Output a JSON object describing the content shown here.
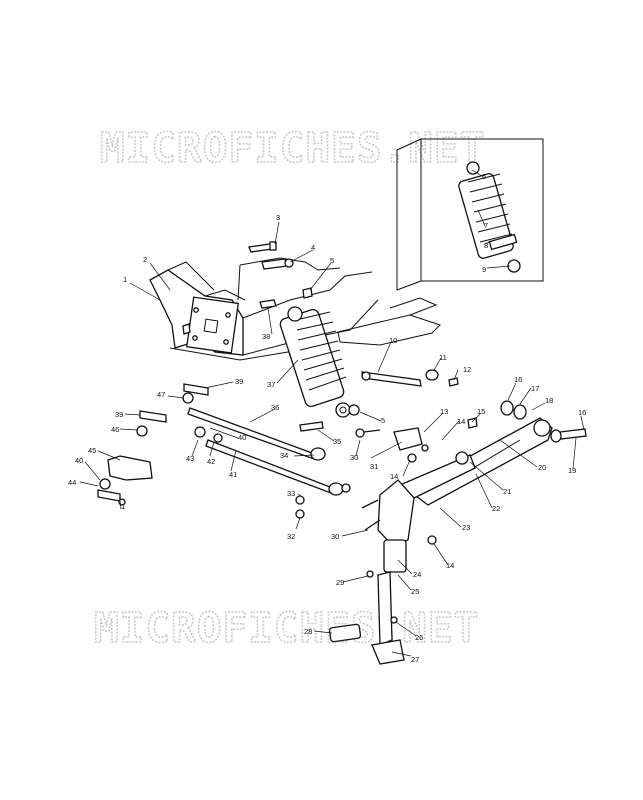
{
  "watermark": {
    "text_top": "MICROFICHES.NET",
    "text_bottom": "MICROFICHES.NET"
  },
  "callouts": [
    {
      "label": "1"
    },
    {
      "label": "2"
    },
    {
      "label": "3"
    },
    {
      "label": "4"
    },
    {
      "label": "5"
    },
    {
      "label": "38"
    },
    {
      "label": "37"
    },
    {
      "label": "10"
    },
    {
      "label": "11"
    },
    {
      "label": "12"
    },
    {
      "label": "6"
    },
    {
      "label": "7"
    },
    {
      "label": "8"
    },
    {
      "label": "9"
    },
    {
      "label": "16"
    },
    {
      "label": "17"
    },
    {
      "label": "18"
    },
    {
      "label": "16"
    },
    {
      "label": "19"
    },
    {
      "label": "20"
    },
    {
      "label": "15"
    },
    {
      "label": "13"
    },
    {
      "label": "14"
    },
    {
      "label": "14"
    },
    {
      "label": "21"
    },
    {
      "label": "22"
    },
    {
      "label": "23"
    },
    {
      "label": "14"
    },
    {
      "label": "24"
    },
    {
      "label": "25"
    },
    {
      "label": "26"
    },
    {
      "label": "27"
    },
    {
      "label": "28"
    },
    {
      "label": "29"
    },
    {
      "label": "30"
    },
    {
      "label": "30"
    },
    {
      "label": "31"
    },
    {
      "label": "5"
    },
    {
      "label": "35"
    },
    {
      "label": "34"
    },
    {
      "label": "36"
    },
    {
      "label": "39"
    },
    {
      "label": "47"
    },
    {
      "label": "39"
    },
    {
      "label": "46"
    },
    {
      "label": "40"
    },
    {
      "label": "45"
    },
    {
      "label": "40"
    },
    {
      "label": "44"
    },
    {
      "label": "1"
    },
    {
      "label": "43"
    },
    {
      "label": "42"
    },
    {
      "label": "41"
    },
    {
      "label": "33"
    },
    {
      "label": "32"
    }
  ]
}
